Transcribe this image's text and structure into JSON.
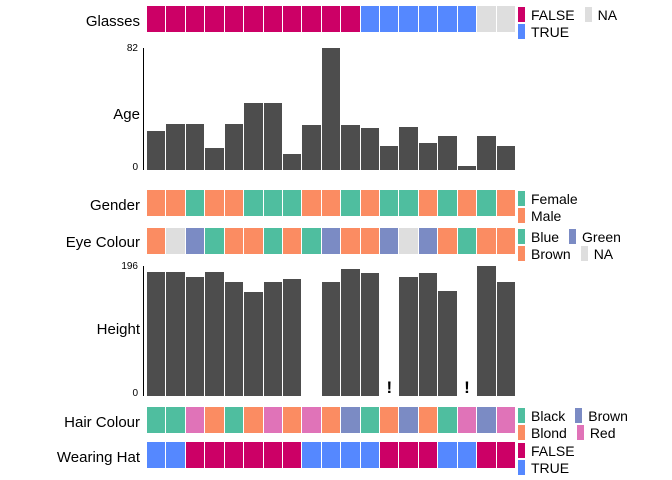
{
  "chart_data": {
    "type": "bar",
    "title": "",
    "n_observations": 19,
    "panels": [
      {
        "name": "Glasses",
        "label": "Glasses",
        "type": "categorical-tiles",
        "values": [
          "FALSE",
          "FALSE",
          "FALSE",
          "FALSE",
          "FALSE",
          "FALSE",
          "FALSE",
          "FALSE",
          "FALSE",
          "FALSE",
          "FALSE",
          "TRUE",
          "TRUE",
          "TRUE",
          "TRUE",
          "TRUE",
          "TRUE",
          "NA",
          "NA"
        ],
        "legend": {
          "position": "right",
          "columns": 2,
          "entries": [
            {
              "label": "FALSE",
              "color": "#CC0066"
            },
            {
              "label": "NA",
              "color": "#DEDEDE"
            },
            {
              "label": "TRUE",
              "color": "#5588FF"
            }
          ]
        }
      },
      {
        "name": "Age",
        "label": "Age",
        "type": "bar",
        "ylim": [
          0,
          82
        ],
        "yticks": [
          "0",
          "82"
        ],
        "values": [
          26,
          31,
          31,
          15,
          31,
          45,
          45,
          11,
          30,
          82,
          30,
          28,
          16,
          29,
          18,
          23,
          3,
          23,
          16
        ],
        "bar_color": "#4d4d4d"
      },
      {
        "name": "Gender",
        "label": "Gender",
        "type": "categorical-tiles",
        "values": [
          "Male",
          "Male",
          "Female",
          "Male",
          "Male",
          "Female",
          "Female",
          "Female",
          "Male",
          "Male",
          "Female",
          "Male",
          "Female",
          "Female",
          "Male",
          "Female",
          "Male",
          "Female",
          "Male"
        ],
        "legend": {
          "position": "right",
          "columns": 1,
          "entries": [
            {
              "label": "Female",
              "color": "#4FBE9F"
            },
            {
              "label": "Male",
              "color": "#FB8košer"
            }
          ]
        }
      },
      {
        "name": "Eye Colour",
        "label": "Eye Colour",
        "type": "categorical-tiles",
        "values": [
          "Brown",
          "NA",
          "Green",
          "Blue",
          "Brown",
          "Brown",
          "Blue",
          "Brown",
          "Blue",
          "Green",
          "Brown",
          "Brown",
          "Green",
          "NA",
          "Green",
          "Brown",
          "Blue",
          "Brown",
          "Brown"
        ],
        "legend": {
          "position": "right",
          "columns": 2,
          "entries": [
            {
              "label": "Blue",
              "color": "#4FBE9F"
            },
            {
              "label": "Green",
              "color": "#7B8BC4"
            },
            {
              "label": "Brown",
              "color": "#FB8C62"
            },
            {
              "label": "NA",
              "color": "#DEDEDE"
            }
          ]
        }
      },
      {
        "name": "Height",
        "label": "Height",
        "type": "bar",
        "ylim": [
          0,
          196
        ],
        "yticks": [
          "0",
          "196"
        ],
        "values": [
          187,
          187,
          180,
          187,
          172,
          157,
          172,
          177,
          null,
          172,
          192,
          185,
          null,
          180,
          186,
          158,
          null,
          196,
          172
        ],
        "missing_marker": "!",
        "missing_marker_positions": [
          13,
          17
        ],
        "bar_color": "#4d4d4d"
      },
      {
        "name": "Hair Colour",
        "label": "Hair Colour",
        "type": "categorical-tiles",
        "values": [
          "Black",
          "Black",
          "Red",
          "Blond",
          "Black",
          "Blond",
          "Red",
          "Blond",
          "Red",
          "Blond",
          "Brown",
          "Black",
          "Blond",
          "Brown",
          "Blond",
          "Black",
          "Red",
          "Brown",
          "Red"
        ],
        "legend": {
          "position": "right",
          "columns": 2,
          "entries": [
            {
              "label": "Black",
              "color": "#4FBE9F"
            },
            {
              "label": "Brown",
              "color": "#7B8BC4"
            },
            {
              "label": "Blond",
              "color": "#FB8C62"
            },
            {
              "label": "Red",
              "color": "#E073B8"
            }
          ]
        }
      },
      {
        "name": "Wearing Hat",
        "label": "Wearing Hat",
        "type": "categorical-tiles",
        "values": [
          "TRUE",
          "TRUE",
          "FALSE",
          "FALSE",
          "FALSE",
          "FALSE",
          "FALSE",
          "FALSE",
          "TRUE",
          "TRUE",
          "TRUE",
          "TRUE",
          "FALSE",
          "FALSE",
          "FALSE",
          "TRUE",
          "TRUE",
          "FALSE",
          "FALSE"
        ],
        "legend": {
          "position": "right",
          "columns": 1,
          "entries": [
            {
              "label": "FALSE",
              "color": "#CC0066"
            },
            {
              "label": "TRUE",
              "color": "#5588FF"
            }
          ]
        }
      }
    ]
  },
  "labels": {
    "glasses": "Glasses",
    "age": "Age",
    "gender": "Gender",
    "eye_colour": "Eye Colour",
    "height": "Height",
    "hair_colour": "Hair Colour",
    "wearing_hat": "Wearing Hat"
  },
  "axes": {
    "age_max": "82",
    "age_min": "0",
    "height_max": "196",
    "height_min": "0"
  },
  "legends": {
    "glasses": [
      {
        "label": "FALSE",
        "color": "#CC0066"
      },
      {
        "label": "NA",
        "color": "#DEDEDE"
      },
      {
        "label": "TRUE",
        "color": "#5588FF"
      }
    ],
    "gender": [
      {
        "label": "Female",
        "color": "#4FBE9F"
      },
      {
        "label": "Male",
        "color": "#FB8C62"
      }
    ],
    "eye": [
      {
        "label": "Blue",
        "color": "#4FBE9F"
      },
      {
        "label": "Green",
        "color": "#7B8BC4"
      },
      {
        "label": "Brown",
        "color": "#FB8C62"
      },
      {
        "label": "NA",
        "color": "#DEDEDE"
      }
    ],
    "hair": [
      {
        "label": "Black",
        "color": "#4FBE9F"
      },
      {
        "label": "Brown",
        "color": "#7B8BC4"
      },
      {
        "label": "Blond",
        "color": "#FB8C62"
      },
      {
        "label": "Red",
        "color": "#E073B8"
      }
    ],
    "hat": [
      {
        "label": "FALSE",
        "color": "#CC0066"
      },
      {
        "label": "TRUE",
        "color": "#5588FF"
      }
    ]
  },
  "markers": {
    "missing": "!"
  }
}
